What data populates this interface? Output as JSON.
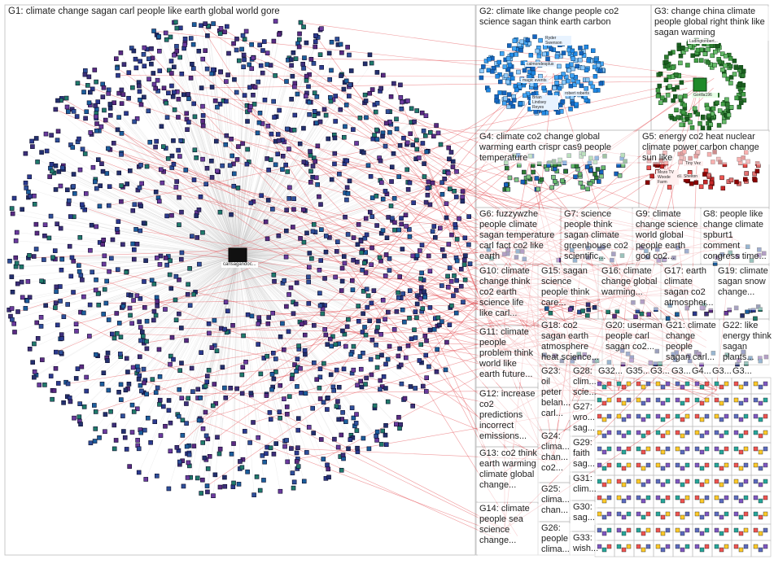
{
  "colors": {
    "edge_gray": "#c9c9c9",
    "edge_red": "#e4474d",
    "node_navy": "#1b1f5e",
    "node_border": "#0a0a2a",
    "panel_border": "#bdbdbd",
    "group_green": "#1f8a2a"
  },
  "hub_label": "carlsagandoc...",
  "groups": [
    {
      "id": "G1",
      "text": "G1: climate change sagan carl people like earth global world gore"
    },
    {
      "id": "G2",
      "text": "G2: climate like change people co2 science sagan think earth carbon"
    },
    {
      "id": "G3",
      "text": "G3: change china climate people global right think like sagan warming"
    },
    {
      "id": "G4",
      "text": "G4: climate co2 change global warming earth crispr cas9 people temperature"
    },
    {
      "id": "G5",
      "text": "G5: energy co2 heat nuclear climate power carbon change sun like"
    },
    {
      "id": "G6",
      "text": "G6: fuzzywzhe people climate sagan temperature carl fact co2 like earth"
    },
    {
      "id": "G7",
      "text": "G7: science people think sagan climate greenhouse co2 scientific..."
    },
    {
      "id": "G9",
      "text": "G9: climate change science world global people earth god co2..."
    },
    {
      "id": "G8",
      "text": "G8: people like change climate spburt1 comment congress time..."
    },
    {
      "id": "G10",
      "text": "G10: climate change think co2 earth science life like carl..."
    },
    {
      "id": "G15",
      "text": "G15: sagan science people think care..."
    },
    {
      "id": "G16",
      "text": "G16: climate change global warming..."
    },
    {
      "id": "G17",
      "text": "G17: earth climate sagan co2 atmospher..."
    },
    {
      "id": "G19",
      "text": "G19: climate sagan snow change..."
    },
    {
      "id": "G11",
      "text": "G11: climate people problem think world like earth future..."
    },
    {
      "id": "G18",
      "text": "G18: co2 sagan earth atmosphere heat science..."
    },
    {
      "id": "G20",
      "text": "G20: userman people carl sagan co2..."
    },
    {
      "id": "G21",
      "text": "G21: climate change people sagan carl..."
    },
    {
      "id": "G22",
      "text": "G22: like energy think sagan plants..."
    },
    {
      "id": "G23",
      "text": "G23: oil peter belan... carl..."
    },
    {
      "id": "G28",
      "text": "G28: clim... scie..."
    },
    {
      "id": "G32",
      "text": "G32..."
    },
    {
      "id": "G35",
      "text": "G35..."
    },
    {
      "id": "G3x",
      "text": "G3..."
    },
    {
      "id": "G3y",
      "text": "G3..."
    },
    {
      "id": "G4x",
      "text": "G4..."
    },
    {
      "id": "G3z",
      "text": "G3..."
    },
    {
      "id": "G3w",
      "text": "G3..."
    },
    {
      "id": "G12",
      "text": "G12: increase co2 predictions incorrect emissions..."
    },
    {
      "id": "G27",
      "text": "G27: wro... sag..."
    },
    {
      "id": "G24",
      "text": "G24: clima... chan... co2..."
    },
    {
      "id": "G29",
      "text": "G29: faith sag..."
    },
    {
      "id": "G13",
      "text": "G13: co2 think earth warming climate global change..."
    },
    {
      "id": "G31",
      "text": "G31: clim..."
    },
    {
      "id": "G25",
      "text": "G25: clima... chan..."
    },
    {
      "id": "G30",
      "text": "G30: sag..."
    },
    {
      "id": "G14",
      "text": "G14: climate people sea science change..."
    },
    {
      "id": "G26",
      "text": "G26: people clima..."
    },
    {
      "id": "G33",
      "text": "G33: wish..."
    }
  ],
  "cluster_labels": [
    {
      "text": "Ryder Swenson"
    },
    {
      "text": "calmondesplus"
    },
    {
      "text": "magic events"
    },
    {
      "text": "Brian Lindsey Reyes"
    },
    {
      "text": "robert roberts"
    },
    {
      "text": "Gorilla196"
    },
    {
      "text": "Ludingtonbert..."
    },
    {
      "text": "Tiny Vez"
    },
    {
      "text": "Mozo TV Woode Farm"
    },
    {
      "text": "d.l. Shelton"
    }
  ]
}
